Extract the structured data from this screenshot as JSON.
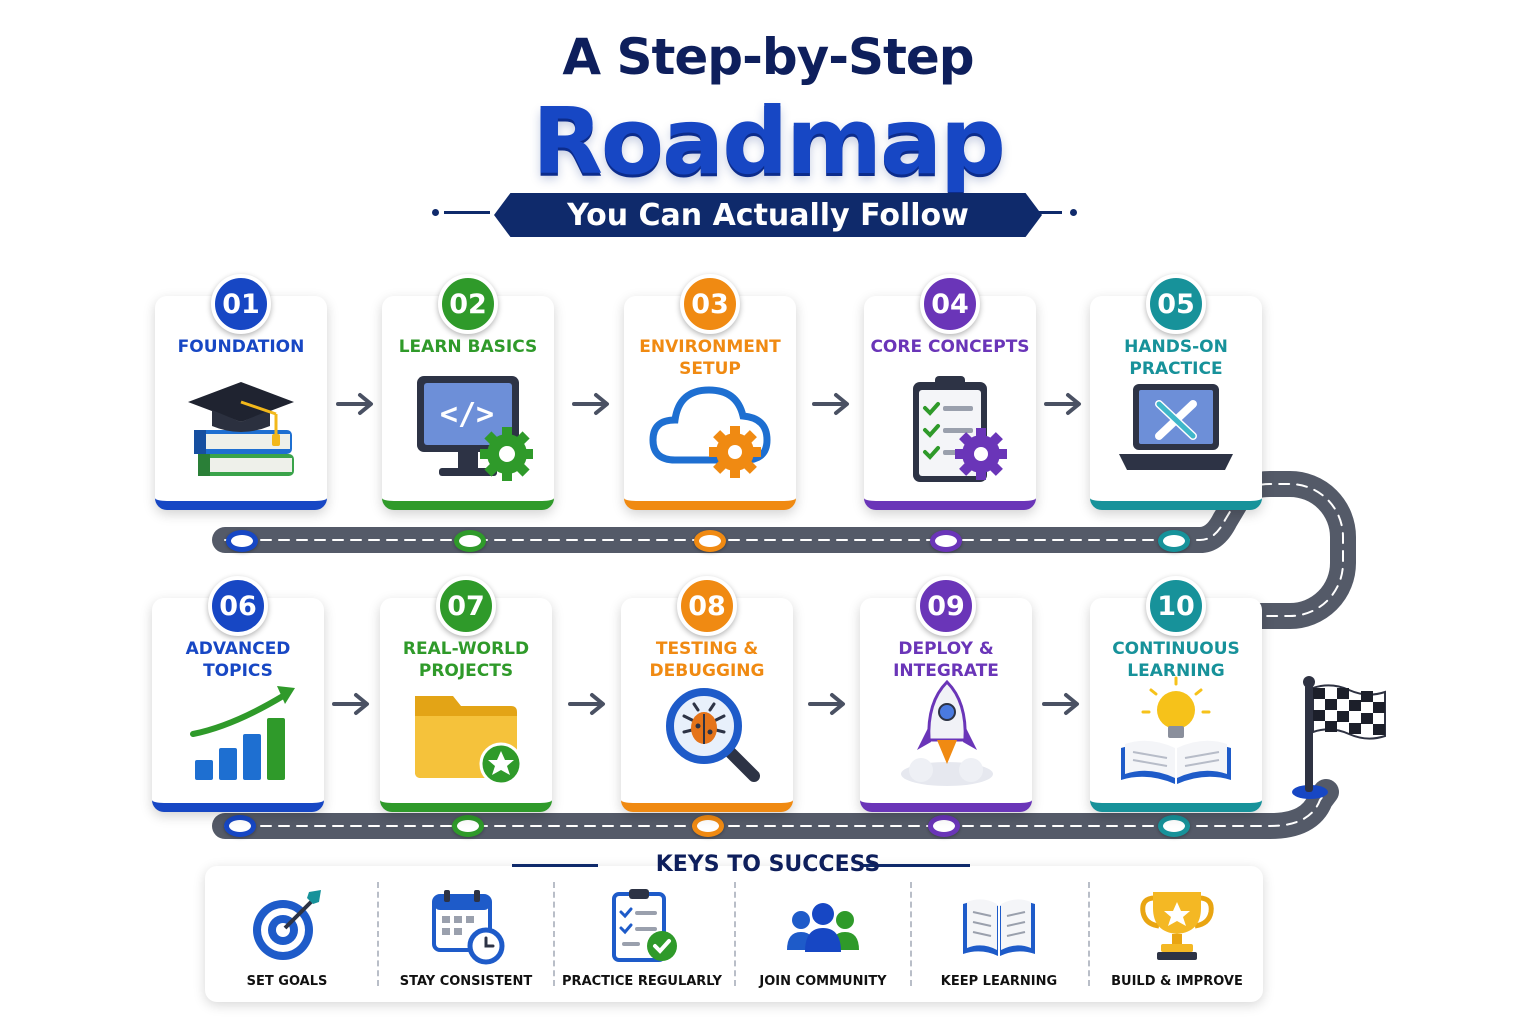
{
  "title": {
    "line1": "A Step-by-Step",
    "line2": "Roadmap",
    "subtitle": "You Can Actually Follow"
  },
  "colors": {
    "navy": "#0f2a6b",
    "blue": "#1747c4",
    "green": "#2f9a2a",
    "orange": "#f08a12",
    "purple": "#6a35b8",
    "teal": "#17929a",
    "road": "#5b6170"
  },
  "steps": [
    {
      "num": "01",
      "label": "FOUNDATION",
      "color": "#1747c4",
      "icon": "graduation-books-icon"
    },
    {
      "num": "02",
      "label": "LEARN BASICS",
      "color": "#2f9a2a",
      "icon": "code-monitor-icon"
    },
    {
      "num": "03",
      "label": "ENVIRONMENT SETUP",
      "color": "#f08a12",
      "icon": "cloud-gear-icon"
    },
    {
      "num": "04",
      "label": "CORE CONCEPTS",
      "color": "#6a35b8",
      "icon": "clipboard-gear-icon"
    },
    {
      "num": "05",
      "label": "HANDS-ON PRACTICE",
      "color": "#17929a",
      "icon": "laptop-tools-icon"
    },
    {
      "num": "06",
      "label": "ADVANCED TOPICS",
      "color": "#1747c4",
      "icon": "growth-chart-icon"
    },
    {
      "num": "07",
      "label": "REAL-WORLD PROJECTS",
      "color": "#2f9a2a",
      "icon": "folder-star-icon"
    },
    {
      "num": "08",
      "label": "TESTING & DEBUGGING",
      "color": "#f08a12",
      "icon": "bug-magnifier-icon"
    },
    {
      "num": "09",
      "label": "DEPLOY & INTEGRATE",
      "color": "#6a35b8",
      "icon": "rocket-icon"
    },
    {
      "num": "10",
      "label": "CONTINUOUS LEARNING",
      "color": "#17929a",
      "icon": "lightbulb-book-icon"
    }
  ],
  "keys": {
    "title": "KEYS TO SUCCESS",
    "items": [
      {
        "label": "SET GOALS",
        "icon": "target-icon"
      },
      {
        "label": "STAY CONSISTENT",
        "icon": "calendar-clock-icon"
      },
      {
        "label": "PRACTICE REGULARLY",
        "icon": "checklist-icon"
      },
      {
        "label": "JOIN COMMUNITY",
        "icon": "community-icon"
      },
      {
        "label": "KEEP LEARNING",
        "icon": "open-book-icon"
      },
      {
        "label": "BUILD & IMPROVE",
        "icon": "trophy-icon"
      }
    ]
  }
}
